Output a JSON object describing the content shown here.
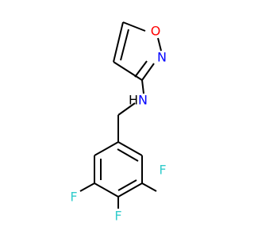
{
  "molecule": {
    "colors": {
      "bond": "#000000",
      "O": "#ff0000",
      "N": "#0000ff",
      "F": "#33cccc",
      "H": "#000000"
    },
    "labels": {
      "ring_o": "O",
      "ring_n": "N",
      "amine_n": "N",
      "amine_h": "H",
      "f_left": "F",
      "f_bottom": "F",
      "f_right": "F"
    }
  }
}
